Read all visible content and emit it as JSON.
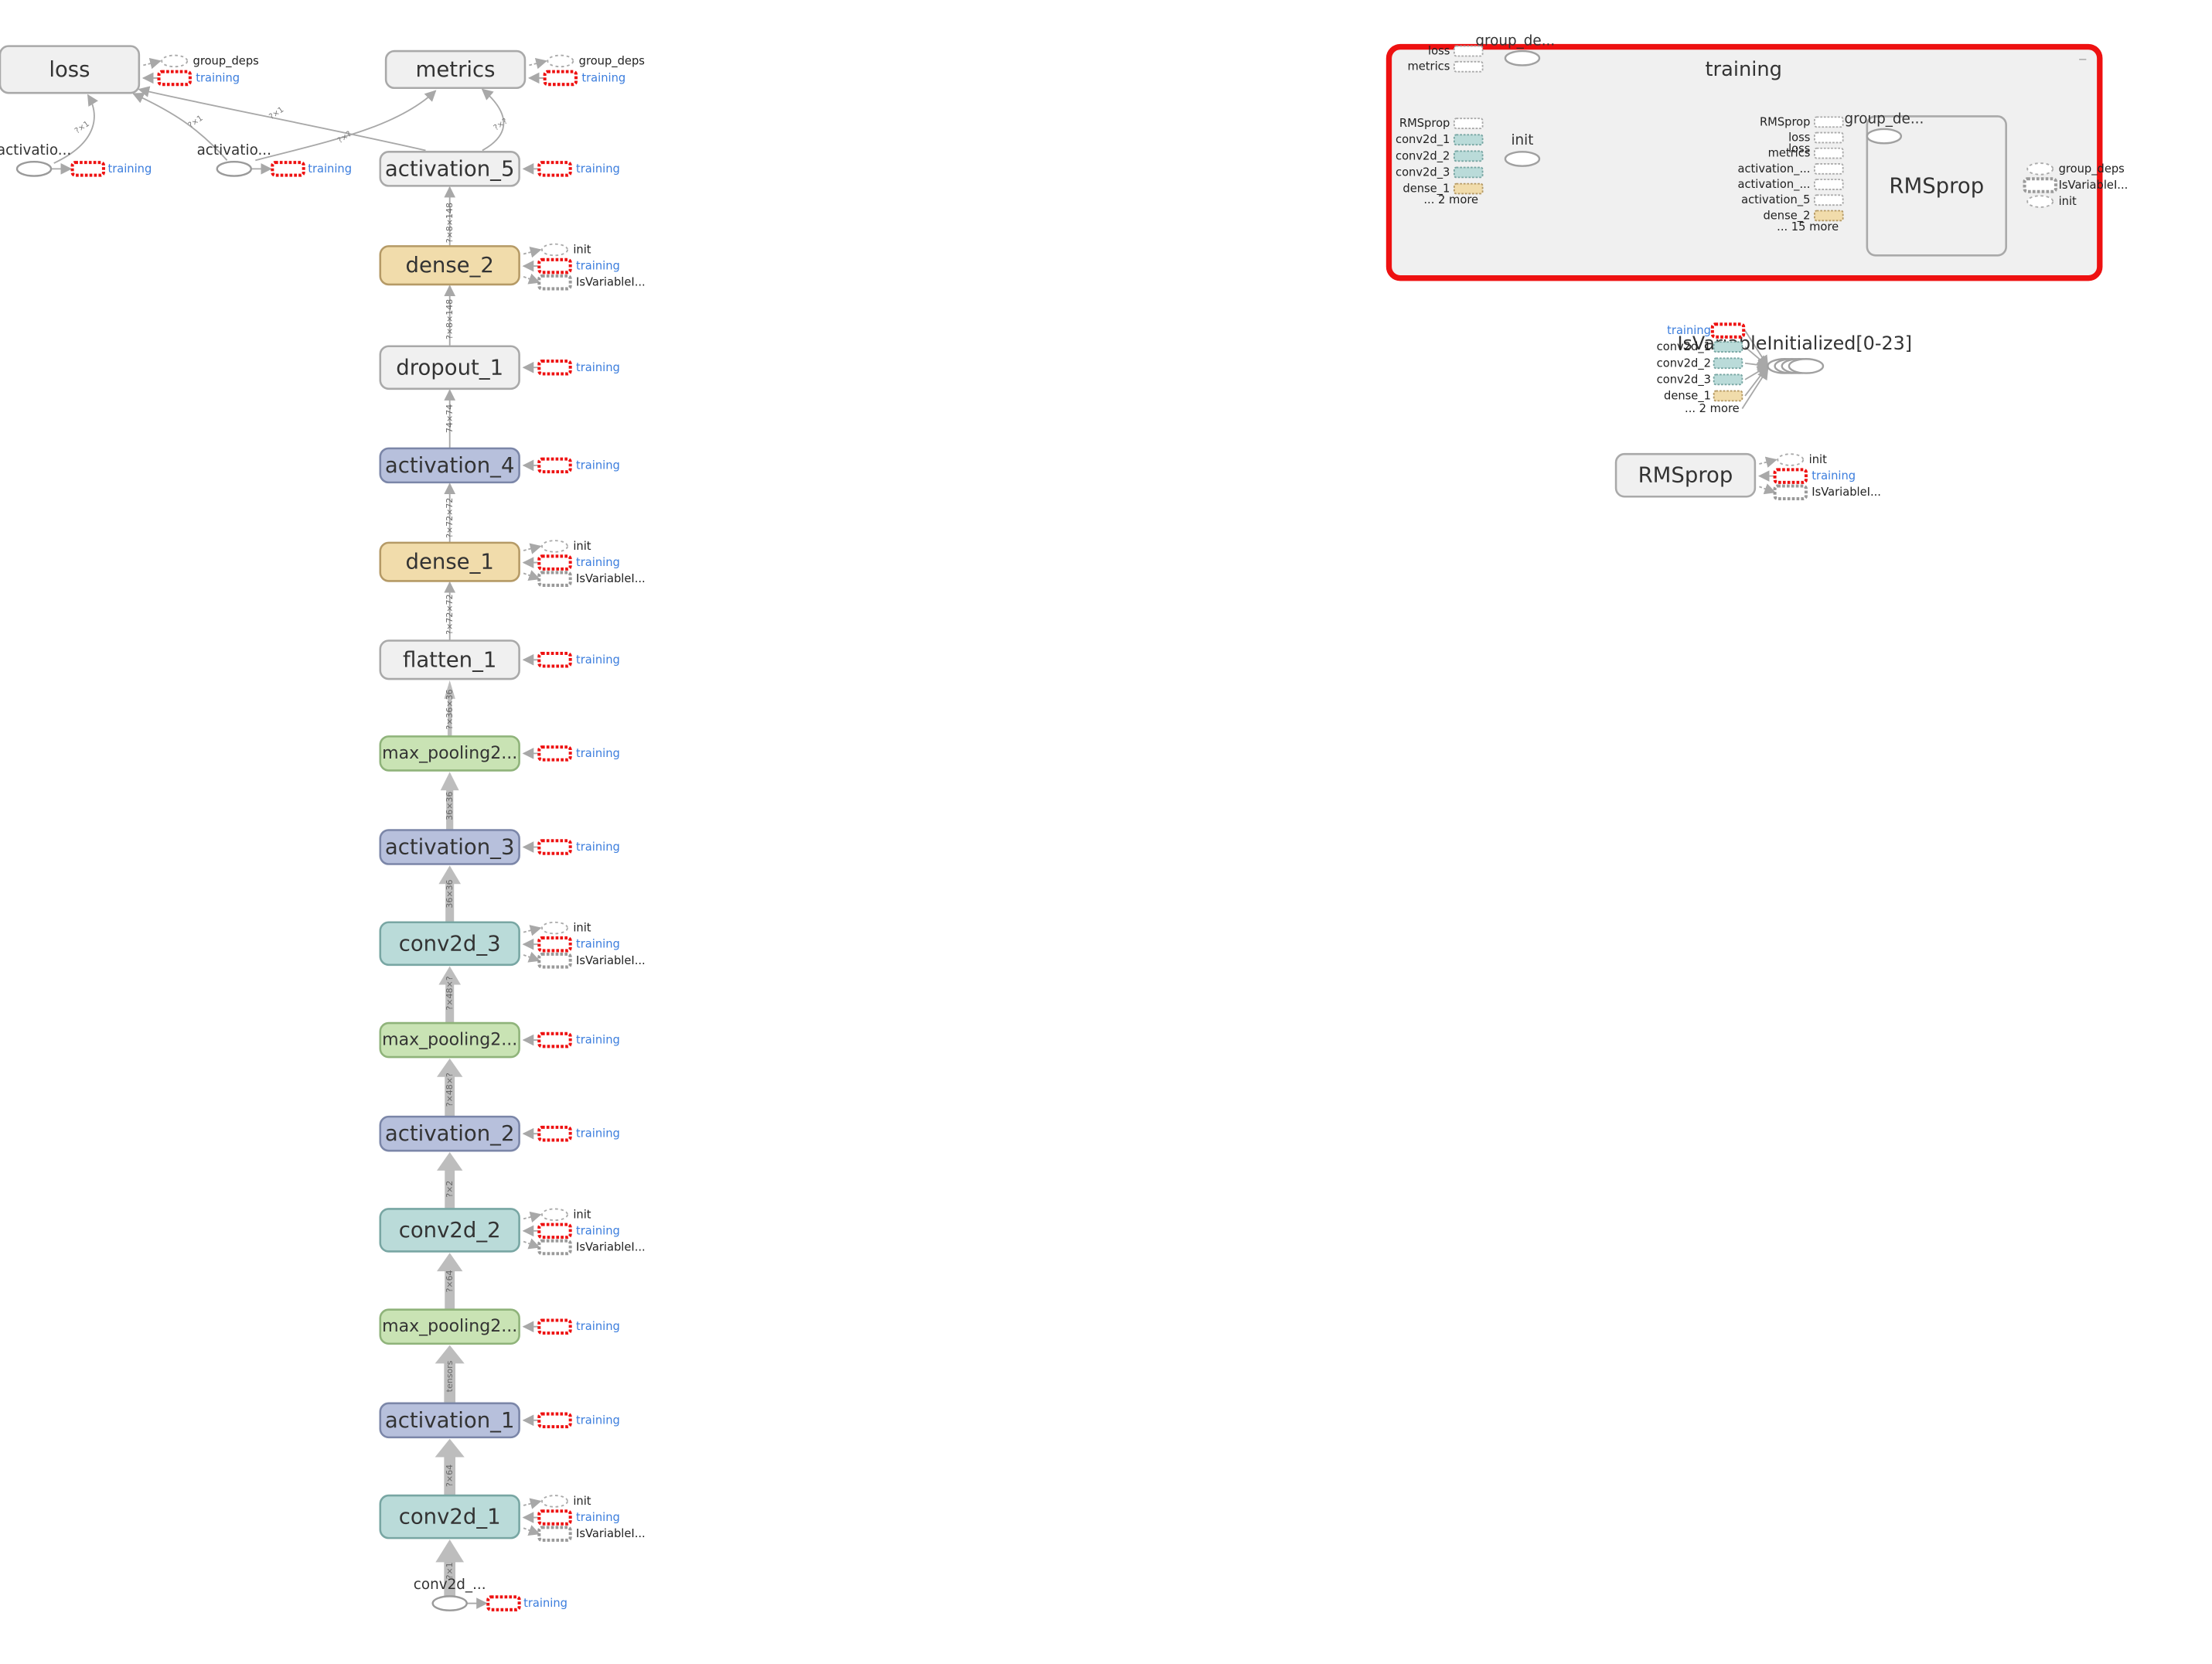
{
  "colors": {
    "grey": "#f0f0f0",
    "dense": "#f1dcab",
    "activation": "#b7c0dc",
    "conv": "#badbd9",
    "pool": "#c9e3b4",
    "highlight": "#ee1111",
    "edge": "#a8a8a8",
    "link_text": "#3b7ddd"
  },
  "nodes": [
    {
      "id": "loss",
      "label": "loss",
      "style": "grey",
      "inputs": [
        "group_deps",
        "training"
      ]
    },
    {
      "id": "metrics",
      "label": "metrics",
      "style": "grey",
      "inputs": [
        "group_deps",
        "training"
      ]
    },
    {
      "id": "activation_5",
      "label": "activation_5",
      "style": "grey",
      "inputs": [
        "training"
      ]
    },
    {
      "id": "dense_2",
      "label": "dense_2",
      "style": "dense",
      "inputs": [
        "init",
        "training",
        "IsVariableI..."
      ]
    },
    {
      "id": "dropout_1",
      "label": "dropout_1",
      "style": "grey",
      "inputs": [
        "training"
      ]
    },
    {
      "id": "activation_4",
      "label": "activation_4",
      "style": "activation",
      "inputs": [
        "training"
      ]
    },
    {
      "id": "dense_1",
      "label": "dense_1",
      "style": "dense",
      "inputs": [
        "init",
        "training",
        "IsVariableI..."
      ]
    },
    {
      "id": "flatten_1",
      "label": "flatten_1",
      "style": "grey",
      "inputs": [
        "training"
      ]
    },
    {
      "id": "max_pooling_3",
      "label": "max_pooling2...",
      "style": "pool",
      "inputs": [
        "training"
      ]
    },
    {
      "id": "activation_3",
      "label": "activation_3",
      "style": "activation",
      "inputs": [
        "training"
      ]
    },
    {
      "id": "conv2d_3",
      "label": "conv2d_3",
      "style": "conv",
      "inputs": [
        "init",
        "training",
        "IsVariableI..."
      ]
    },
    {
      "id": "max_pooling_2",
      "label": "max_pooling2...",
      "style": "pool",
      "inputs": [
        "training"
      ]
    },
    {
      "id": "activation_2",
      "label": "activation_2",
      "style": "activation",
      "inputs": [
        "training"
      ]
    },
    {
      "id": "conv2d_2",
      "label": "conv2d_2",
      "style": "conv",
      "inputs": [
        "init",
        "training",
        "IsVariableI..."
      ]
    },
    {
      "id": "max_pooling_1",
      "label": "max_pooling2...",
      "style": "pool",
      "inputs": [
        "training"
      ]
    },
    {
      "id": "activation_1",
      "label": "activation_1",
      "style": "activation",
      "inputs": [
        "training"
      ]
    },
    {
      "id": "conv2d_1",
      "label": "conv2d_1",
      "style": "conv",
      "inputs": [
        "init",
        "training",
        "IsVariableI..."
      ]
    },
    {
      "id": "rmsprop",
      "label": "RMSprop",
      "style": "grey",
      "inputs": [
        "init",
        "training",
        "IsVariableI..."
      ]
    }
  ],
  "edge_labels": [
    "?×1",
    "?×64",
    "tensors",
    "?×64",
    "?×2",
    "?×48×?",
    "?×48×?",
    "36×36",
    "36×36",
    "?×36×36",
    "?×72×72",
    "?×72×72",
    "74×74",
    "?×8×148",
    "?×8×148",
    "?×150"
  ],
  "placeholders": [
    {
      "id": "act_a",
      "label": "activatio...",
      "inputs": [
        "training"
      ]
    },
    {
      "id": "act_b",
      "label": "activatio...",
      "inputs": [
        "training"
      ]
    },
    {
      "id": "conv_in",
      "label": "conv2d_...",
      "inputs": [
        "training"
      ]
    }
  ],
  "training_group": {
    "title": "training",
    "top_inputs": [
      "loss",
      "metrics"
    ],
    "top_op": "group_de...",
    "init_op": "init",
    "init_inputs": [
      "RMSprop",
      "conv2d_1",
      "conv2d_2",
      "conv2d_3",
      "dense_1"
    ],
    "init_more": "... 2 more",
    "rms_label": "RMSprop",
    "rms_op": "group_de...",
    "rms_inputs": [
      "RMSprop",
      "loss",
      "metrics",
      "activation_...",
      "activation_...",
      "activation_5",
      "dense_2"
    ],
    "rms_inner_inputs": [
      "loss"
    ],
    "rms_more": "... 15 more",
    "rms_outputs": [
      "group_deps",
      "IsVariableI...",
      "init"
    ]
  },
  "isvar": {
    "title": "IsVariableInitialized[0-23]",
    "inputs": [
      "training",
      "conv2d_1",
      "conv2d_2",
      "conv2d_3",
      "dense_1"
    ],
    "more": "... 2 more"
  }
}
